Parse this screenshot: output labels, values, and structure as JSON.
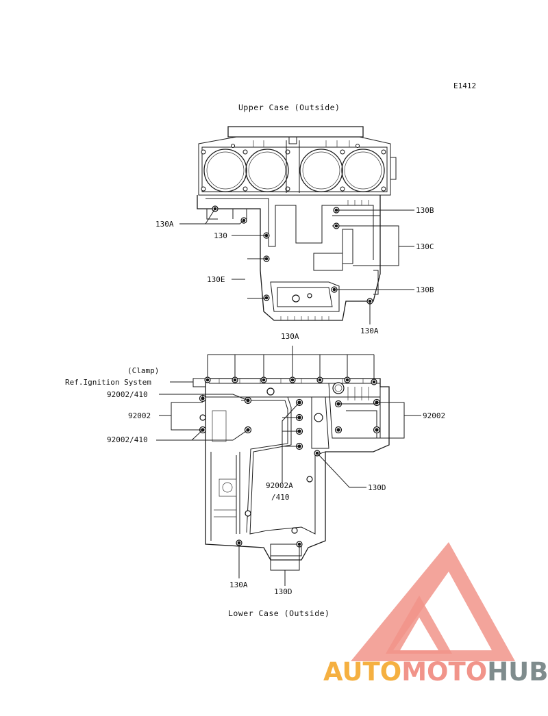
{
  "figure_code": "E1412",
  "titles": {
    "upper": "Upper Case (Outside)",
    "lower": "Lower Case (Outside)"
  },
  "upper_labels": {
    "l130a_left": "130A",
    "l130": "130",
    "l130e": "130E",
    "l130b_top": "130B",
    "l130c": "130C",
    "l130b_bottom": "130B",
    "l130a_bottom": "130A"
  },
  "lower_labels": {
    "l130a_top": "130A",
    "clamp": "(Clamp)",
    "ref_ignition": "Ref.Ignition System",
    "l92002_410_top": "92002/410",
    "l92002_left": "92002",
    "l92002_410_bottom": "92002/410",
    "l92002_right": "92002",
    "l92002a": "92002A",
    "l410": "/410",
    "l130d_right": "130D",
    "l130a_bottom": "130A",
    "l130d_bottom": "130D"
  },
  "watermark": {
    "part1": "AUTO",
    "part2": "MOTO",
    "part3": "HUB",
    "colors": {
      "part1": "#f5b041",
      "part2": "#f1948a",
      "part3": "#7f8c8d",
      "triangle": "#f1948a"
    }
  }
}
